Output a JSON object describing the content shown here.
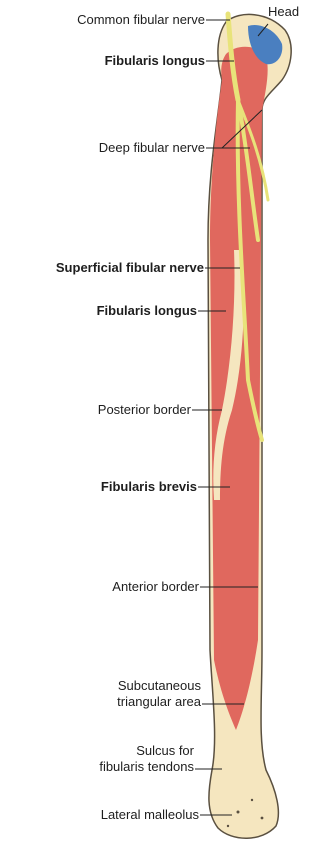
{
  "labels": {
    "head": "Head",
    "common_fibular_nerve": "Common fibular nerve",
    "fibularis_longus_upper": "Fibularis longus",
    "deep_fibular_nerve": "Deep fibular nerve",
    "superficial_fibular_nerve": "Superficial fibular nerve",
    "fibularis_longus_mid": "Fibularis longus",
    "posterior_border": "Posterior border",
    "fibularis_brevis": "Fibularis brevis",
    "anterior_border": "Anterior border",
    "subcutaneous_triangular_area": "Subcutaneous\ntriangular area",
    "sulcus_for_fibularis_tendons": "Sulcus for\nfibularis tendons",
    "lateral_malleolus": "Lateral malleolus"
  },
  "colors": {
    "bone": "#f5e6bf",
    "bone_outline": "#5a5040",
    "muscle": "#e0685e",
    "muscle_dark": "#c94f47",
    "nerve": "#e8e37a",
    "nerve_outline": "#8a8530",
    "articular_surface": "#4a7fc0",
    "leader_line": "#222222"
  }
}
